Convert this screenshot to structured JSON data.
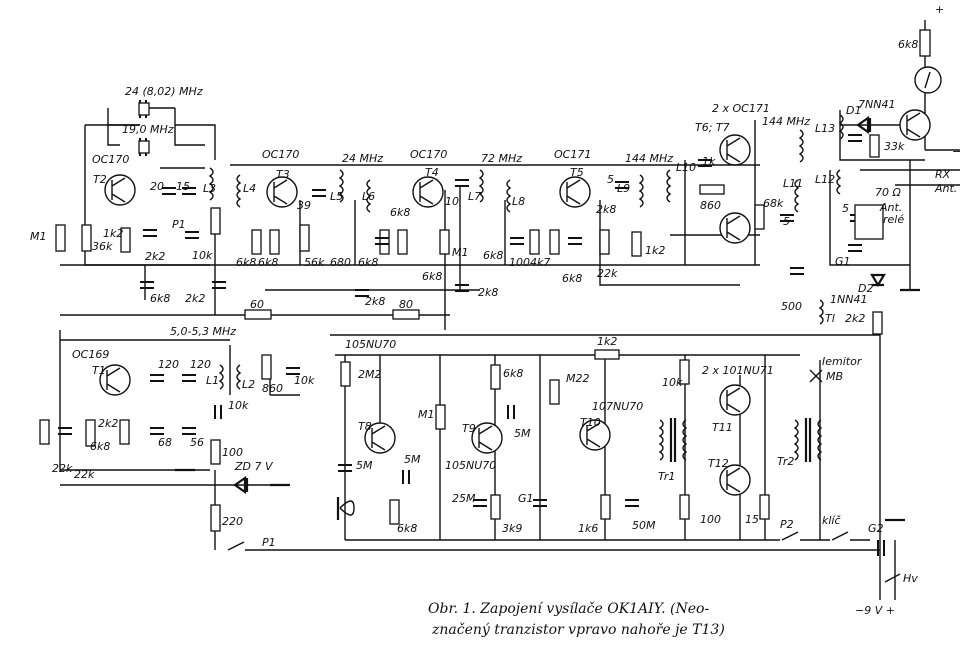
{
  "caption": {
    "line1": "Obr. 1. Zapojení vysílače OK1AIY. (Neo-",
    "line2": "značený tranzistor vpravo nahoře je T13)"
  },
  "transistors": {
    "t1": {
      "ref": "T1",
      "type": "OC169"
    },
    "t2": {
      "ref": "T2",
      "type": "OC170"
    },
    "t3": {
      "ref": "T3",
      "type": "OC170"
    },
    "t4": {
      "ref": "T4",
      "type": "OC170"
    },
    "t5": {
      "ref": "T5",
      "type": "OC171"
    },
    "t67": {
      "ref": "T6; T7",
      "type": "2 x OC171"
    },
    "t8": {
      "ref": "T8",
      "type": "105NU70"
    },
    "t9": {
      "ref": "T9",
      "type": "105NU70"
    },
    "t10": {
      "ref": "T10",
      "type": "107NU70"
    },
    "t1112": {
      "ref1": "T11",
      "ref2": "T12",
      "type": "2 x 101NU71"
    }
  },
  "frequencies": {
    "crystal_top": "24 (8,02) MHz",
    "crystal_bottom": "19,0 MHz",
    "f24": "24 MHz",
    "f72": "72 MHz",
    "f144a": "144 MHz",
    "f144b": "144 MHz",
    "vfo": "5,0-5,3 MHz"
  },
  "coils": [
    "L1",
    "L2",
    "L3",
    "L4",
    "L5",
    "L6",
    "L7",
    "L8",
    "L9",
    "L10",
    "L11",
    "L12",
    "L13"
  ],
  "components": {
    "m1_left": "M1",
    "r36k": "36k",
    "r1k2_t2": "1k2",
    "c2k2_t2": "2k2",
    "c20": "20",
    "c15": "15",
    "p1_top": "P1",
    "c10k_t2": "10k",
    "c6k8_a": "6k8",
    "c2k2_b": "2k2",
    "r6k8_t3a": "6k8",
    "r6k8_t3b": "6k8",
    "c39": "39",
    "r56k": "56k",
    "c680": "680",
    "r6k8_t4": "6k8",
    "r6k8_t4b": "6k8",
    "c10": "10",
    "m1_t4": "M1",
    "c2k8_a": "2k8",
    "r80": "80",
    "c2k8_b": "2k8",
    "r60": "60",
    "c6k8_t5": "6k8",
    "c100": "100",
    "r4k7": "4k7",
    "c5": "5",
    "c2k8_t5": "2k8",
    "r22k_t5": "22k",
    "c6k8_t5b": "6k8",
    "r1k2_t5": "1k2",
    "r1k": "1k",
    "r860_top": "860",
    "r68k": "68k",
    "c5b": "5",
    "c500": "500",
    "tl": "Tl",
    "d1": "D1",
    "d1type": "7NN41",
    "r6k8_meter": "6k8",
    "r33k": "33k",
    "plus_top": "+",
    "minus_right": "−",
    "rx": "RX",
    "ant": "Ant.",
    "r70": "70 Ω",
    "ant_rele_1": "Ant.",
    "ant_rele_2": "relé",
    "c5_rele": "5",
    "g1_right": "G1",
    "d2": "D2",
    "d2type": "1NN41",
    "r2k2_d2": "2k2",
    "c120a": "120",
    "c120b": "120",
    "r2k2_t1": "2k2",
    "r6k8_t1": "6k8",
    "c68": "68",
    "c56": "56",
    "r22k_a": "22k",
    "r22k_b": "22k",
    "r860_b": "860",
    "c10k_b": "10k",
    "c10k_zd": "10k",
    "r100_zd": "100",
    "zd": "ZD  7 V",
    "r220": "220",
    "p1_bottom": "P1",
    "r2m2": "2M2",
    "c5m_a": "5M",
    "c5m_b": "5M",
    "r6k8_t8": "6k8",
    "m1_t9": "M1",
    "r6k8_t9": "6k8",
    "c5m_t9": "5M",
    "c25m": "25M",
    "c_g1": "G1",
    "r3k9": "3k9",
    "m22": "M22",
    "r1k2_mid": "1k2",
    "r1k6": "1k6",
    "c50m": "50M",
    "tr1": "Tr1",
    "tr2": "Tr2",
    "r10k_mod": "10k",
    "r100_mod": "100",
    "r15": "15",
    "emitter_1": "Iemitor",
    "emitter_2": "MB",
    "p2": "P2",
    "klic": "klíč",
    "g2": "G2",
    "hv": "Hv",
    "supply": "−9 V +"
  }
}
